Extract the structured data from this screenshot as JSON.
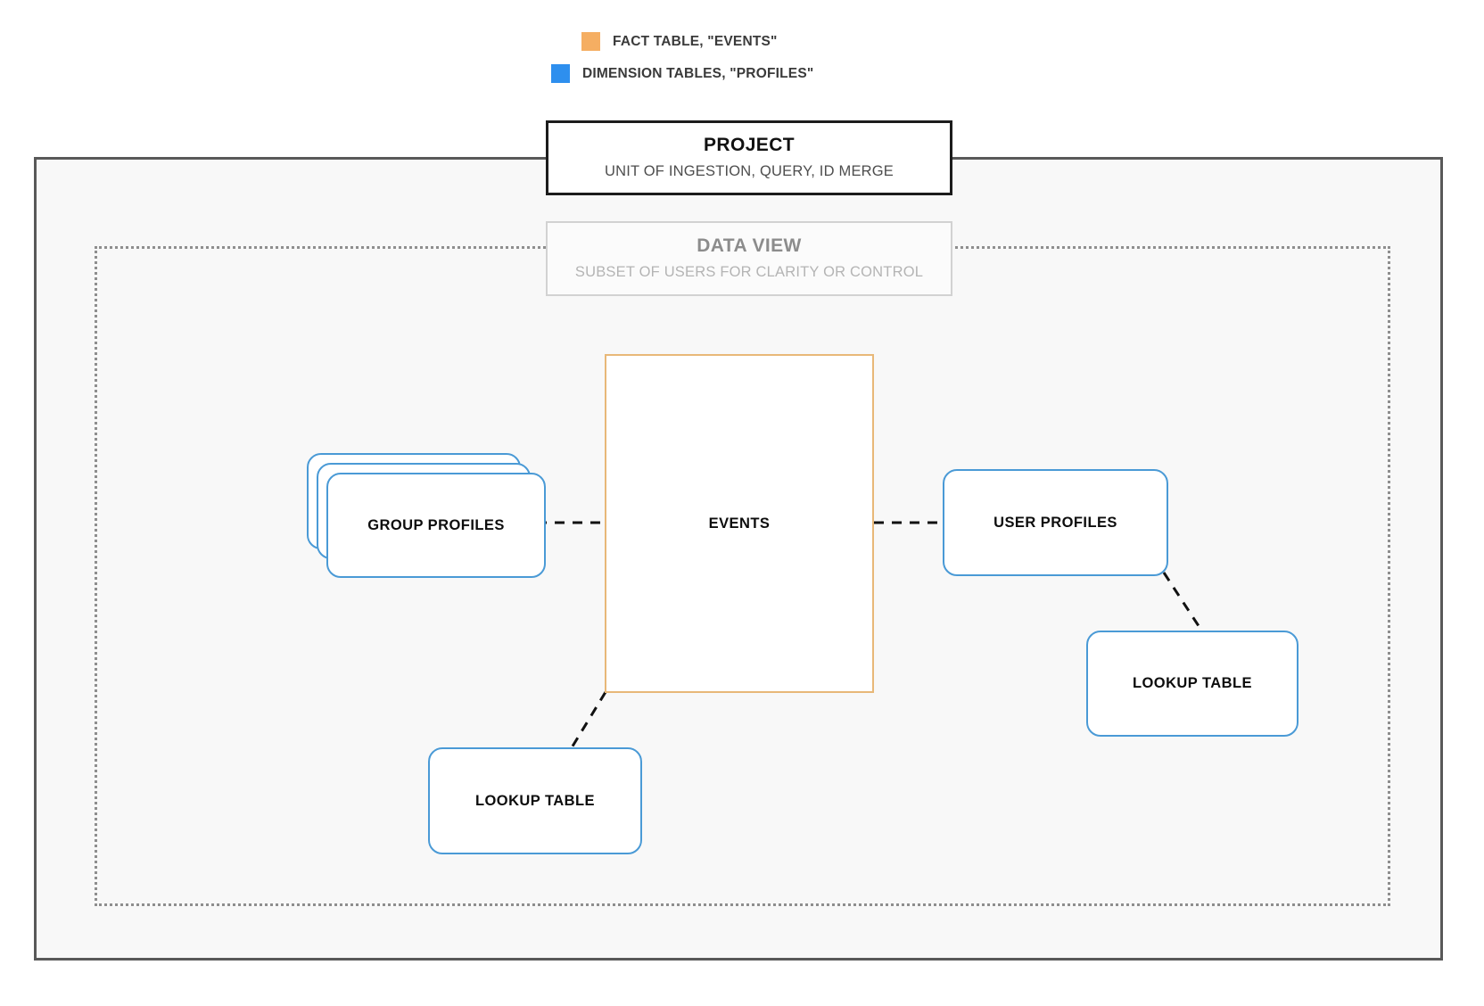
{
  "legend": {
    "items": [
      {
        "swatch_color": "#F5AE62",
        "label": "FACT TABLE, \"EVENTS\"",
        "icon": "square-swatch-icon"
      },
      {
        "swatch_color": "#2E8FEE",
        "label": "DIMENSION TABLES, \"PROFILES\"",
        "icon": "square-swatch-icon"
      }
    ]
  },
  "project": {
    "title": "PROJECT",
    "subtitle": "UNIT OF INGESTION, QUERY, ID MERGE"
  },
  "data_view": {
    "title": "DATA VIEW",
    "subtitle": "SUBSET OF USERS FOR CLARITY OR CONTROL"
  },
  "nodes": {
    "events": {
      "label": "EVENTS",
      "border_color": "#E8B878"
    },
    "group_profiles": {
      "label": "GROUP PROFILES",
      "border_color": "#4A9AD6",
      "stack_count": 3
    },
    "user_profiles": {
      "label": "USER PROFILES",
      "border_color": "#4A9AD6"
    },
    "lookup_table_left": {
      "label": "LOOKUP TABLE",
      "border_color": "#4A9AD6"
    },
    "lookup_table_right": {
      "label": "LOOKUP TABLE",
      "border_color": "#4A9AD6"
    }
  },
  "connections": [
    {
      "from": "group_profiles",
      "to": "events",
      "style": "dashed"
    },
    {
      "from": "events",
      "to": "user_profiles",
      "style": "dashed"
    },
    {
      "from": "events",
      "to": "lookup_table_left",
      "style": "dashed"
    },
    {
      "from": "user_profiles",
      "to": "lookup_table_right",
      "style": "dashed"
    }
  ],
  "colors": {
    "fact_orange": "#E8B878",
    "dimension_blue": "#4A9AD6",
    "frame_gray": "#595959",
    "dotted_gray": "#8E8E8E",
    "canvas_fill": "#F8F8F8"
  }
}
